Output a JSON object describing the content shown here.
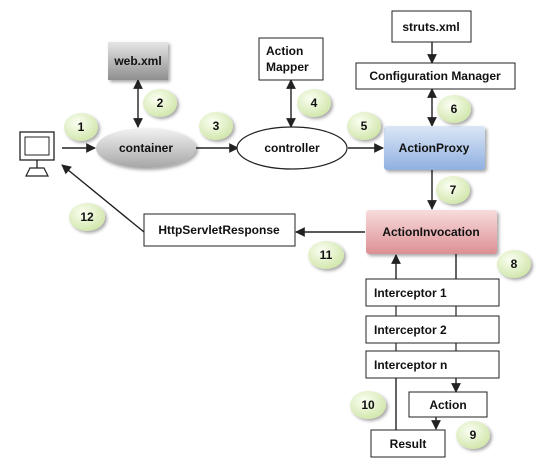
{
  "nodes": {
    "web_xml": "web.xml",
    "container": "container",
    "action_mapper_line1": "Action",
    "action_mapper_line2": "Mapper",
    "controller": "controller",
    "struts_xml": "struts.xml",
    "configuration_manager": "Configuration Manager",
    "action_proxy": "ActionProxy",
    "action_invocation": "ActionInvocation",
    "http_servlet_response": "HttpServletResponse",
    "interceptor_1": "Interceptor 1",
    "interceptor_2": "Interceptor 2",
    "interceptor_n": "Interceptor n",
    "action": "Action",
    "result": "Result"
  },
  "steps": [
    "1",
    "2",
    "3",
    "4",
    "5",
    "6",
    "7",
    "8",
    "9",
    "10",
    "11",
    "12"
  ],
  "colors": {
    "step_badge": "#e4f2c9",
    "action_proxy": "#a9c1e6",
    "action_invocation": "#e9a9ac",
    "web_xml": "#b9b9b9",
    "container": "#c9c9c9"
  },
  "icons": {
    "client": "computer-monitor-icon"
  }
}
